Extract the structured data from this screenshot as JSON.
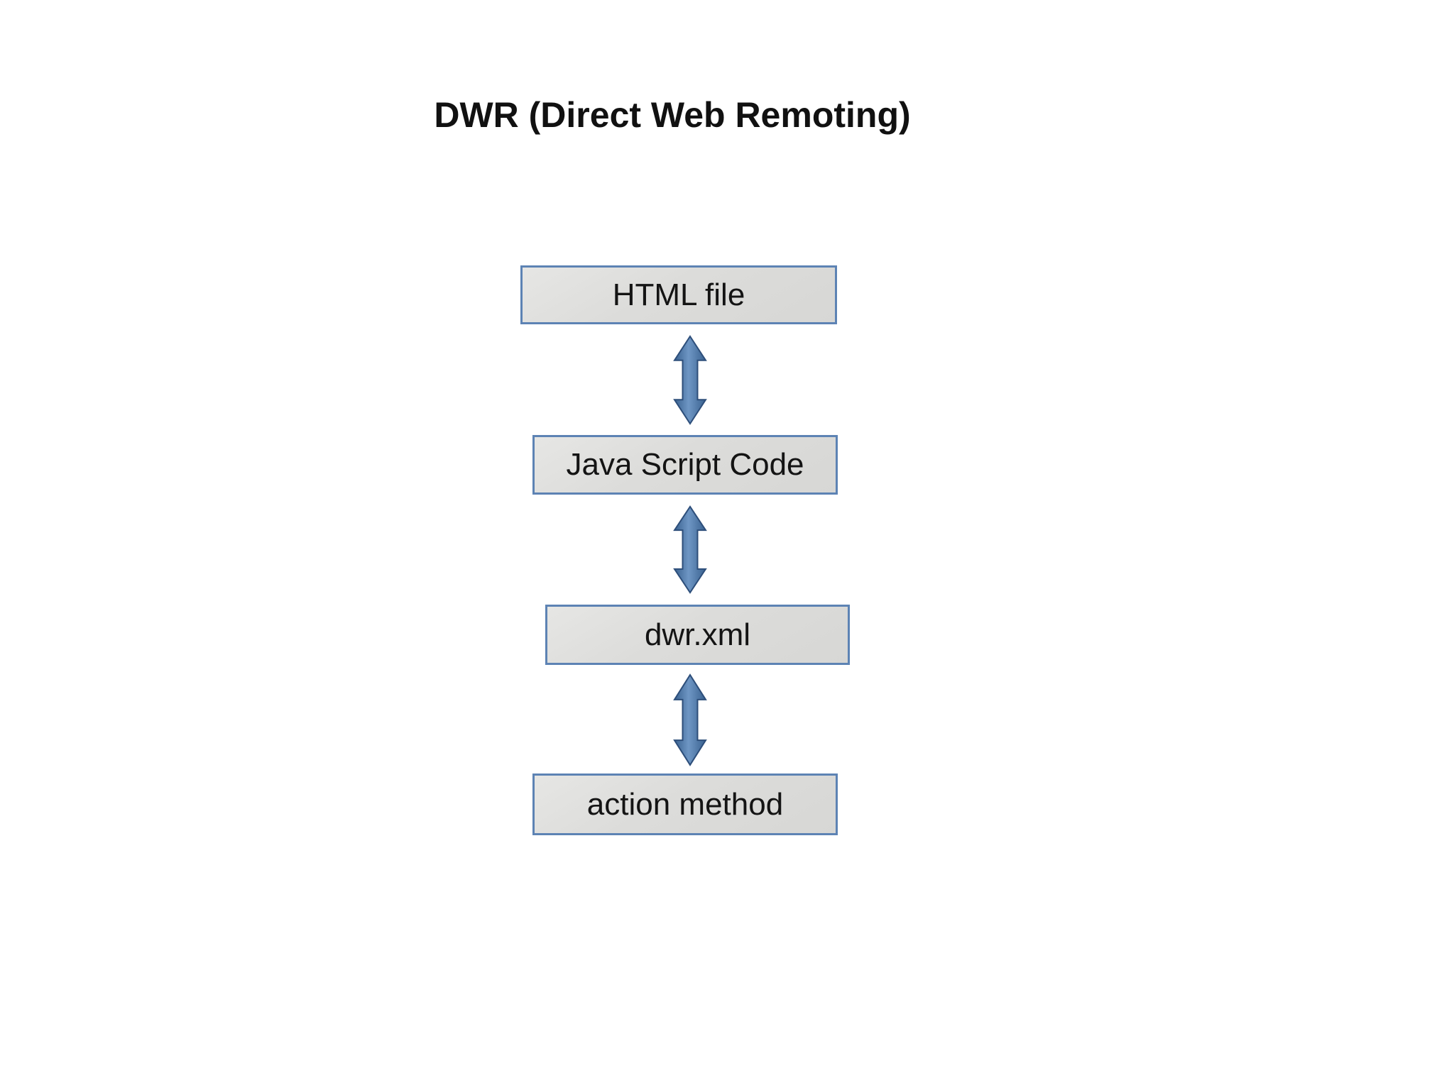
{
  "title": "DWR (Direct Web Remoting)",
  "diagram": {
    "nodes": [
      {
        "id": "html-file",
        "label": "HTML file"
      },
      {
        "id": "javascript-code",
        "label": "Java Script Code"
      },
      {
        "id": "dwr-xml",
        "label": "dwr.xml"
      },
      {
        "id": "action-method",
        "label": "action method"
      }
    ],
    "connectors": [
      {
        "from": "HTML file",
        "to": "Java Script Code",
        "type": "double-arrow"
      },
      {
        "from": "Java Script Code",
        "to": "dwr.xml",
        "type": "double-arrow"
      },
      {
        "from": "dwr.xml",
        "to": "action method",
        "type": "double-arrow"
      }
    ],
    "colors": {
      "background": "#ffffff",
      "title_text": "#111111",
      "box_fill": "#dcdcda",
      "box_border": "#5d83b4",
      "box_text": "#141414",
      "arrow_fill": "#4a78ad",
      "arrow_highlight": "#6e96c4",
      "arrow_outline": "#2d4e7a"
    }
  }
}
